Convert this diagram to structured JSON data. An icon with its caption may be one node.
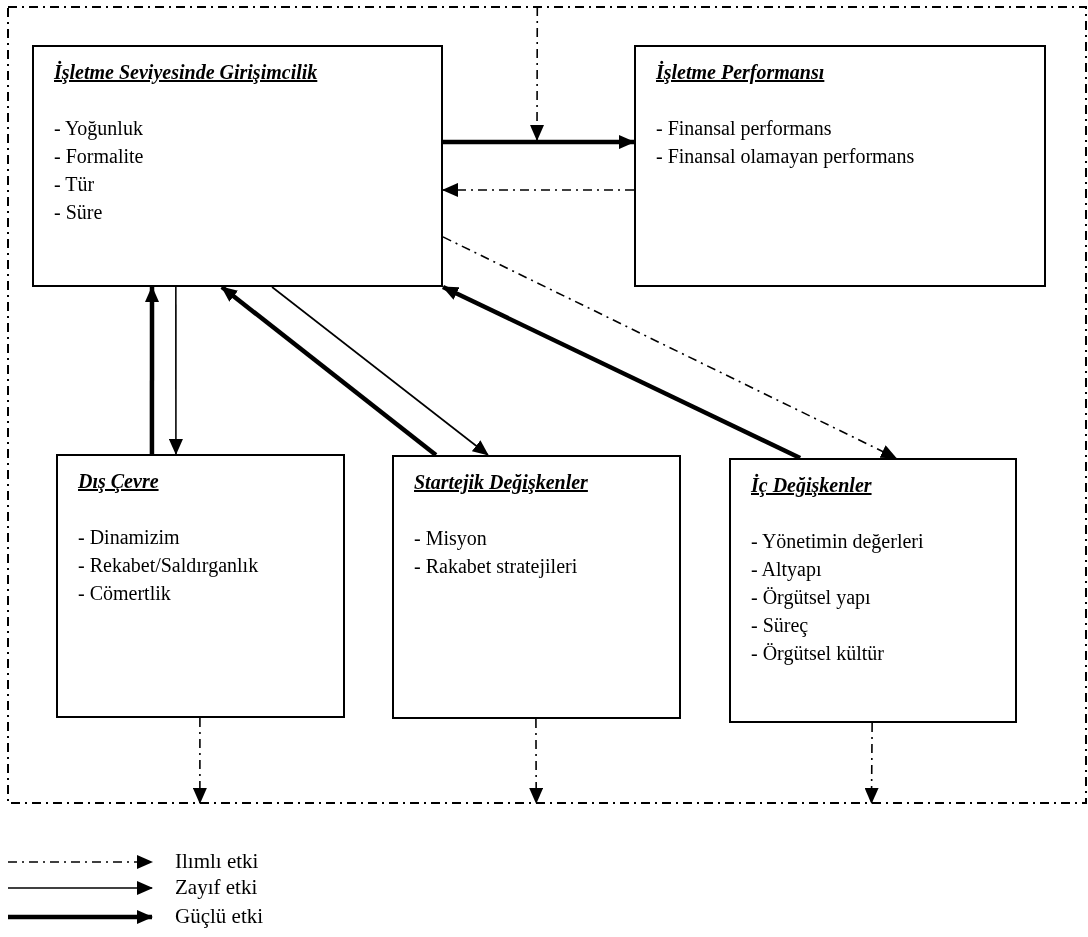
{
  "diagram": {
    "nodes": [
      {
        "text": [],
        "shape": "box"
      },
      {
        "text": [
          "İşletme Seviyesinde Girişimcilik",
          "- Yoğunluk",
          "- Formalite",
          "- Tür",
          "- Süre"
        ],
        "in": 0
      },
      {
        "text": [
          "İşletme Performansı",
          "- Finansal performans",
          "- Finansal olamayan performans"
        ],
        "in": 0
      },
      {
        "text": [
          "Dış Çevre",
          "- Dinamizim",
          "- Rekabet/Saldırganlık",
          "- Cömertlik"
        ],
        "in": 0
      },
      {
        "text": [
          "Startejik Değişkenler",
          "- Misyon",
          "- Rakabet stratejileri"
        ],
        "in": 0
      },
      {
        "text": [
          "İç Değişkenler",
          "- Yönetimin değerleri",
          "- Altyapı",
          "- Örgütsel yapı",
          "- Süreç",
          "- Örgütsel kültür"
        ],
        "in": 0
      }
    ],
    "edges": [
      {
        "from": 1,
        "to": 2,
        "arrow": "to",
        "style": "thick"
      },
      {
        "from": 2,
        "to": 1,
        "arrow": "to",
        "style": "dashed"
      },
      {
        "from": 1,
        "to": 5,
        "arrow": "to",
        "style": "dashed"
      },
      {
        "from": 3,
        "to": 1,
        "arrow": "to",
        "style": "thick"
      },
      {
        "from": 1,
        "to": 3,
        "arrow": "to"
      },
      {
        "from": 4,
        "to": 1,
        "arrow": "to",
        "style": "thick"
      },
      {
        "from": 1,
        "to": 4,
        "arrow": "to"
      },
      {
        "from": 5,
        "to": 1,
        "arrow": "to",
        "style": "thick"
      },
      {
        "from": 0,
        "to": null,
        "arrow": "to",
        "style": "dashed"
      },
      {
        "from": 3,
        "to": 0,
        "arrow": "to",
        "style": "dashed"
      },
      {
        "from": 4,
        "to": 0,
        "arrow": "to",
        "style": "dashed"
      },
      {
        "from": 5,
        "to": 0,
        "arrow": "to",
        "style": "dashed"
      }
    ],
    "legend": [
      {
        "text": "Ilımlı etki"
      },
      {
        "text": "Zayıf etki"
      },
      {
        "text": "Güçlü etki"
      }
    ]
  }
}
